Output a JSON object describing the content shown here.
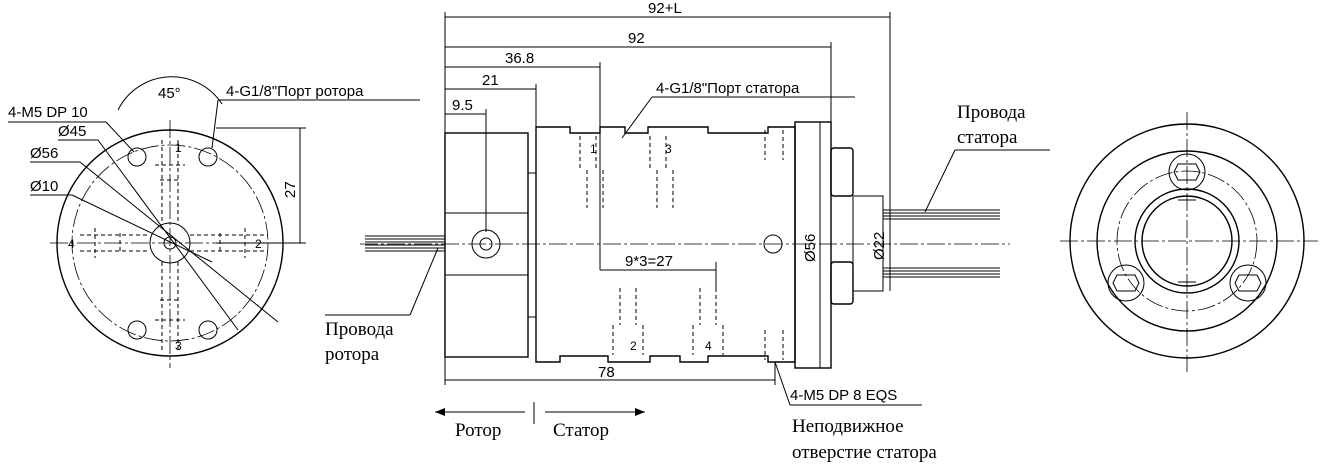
{
  "dimensions": {
    "overall": "92+L",
    "body": "92",
    "d36": "36.8",
    "d21": "21",
    "d95": "9.5",
    "pitch": "9*3=27",
    "d78": "78",
    "d27": "27",
    "dia56": "Ø56",
    "dia22": "Ø22",
    "angle": "45°"
  },
  "left_view": {
    "m5_label": "4-M5 DP 10",
    "dia45": "Ø45",
    "dia56": "Ø56",
    "dia10": "Ø10",
    "rotor_port": "4-G1/8\"Порт ротора",
    "ports": [
      "1",
      "2",
      "3",
      "4"
    ]
  },
  "side_view": {
    "stator_port": "4-G1/8\"Порт статора",
    "ports": [
      "1",
      "2",
      "3",
      "4"
    ],
    "m5_eqs": "4-M5 DP 8 EQS",
    "fixed_hole_line1": "Неподвижное",
    "fixed_hole_line2": "отверстие статора",
    "rotor_wires_line1": "Провода",
    "rotor_wires_line2": "ротора",
    "stator_wires_line1": "Провода",
    "stator_wires_line2": "статора",
    "rotor": "Ротор",
    "stator": "Статор"
  }
}
